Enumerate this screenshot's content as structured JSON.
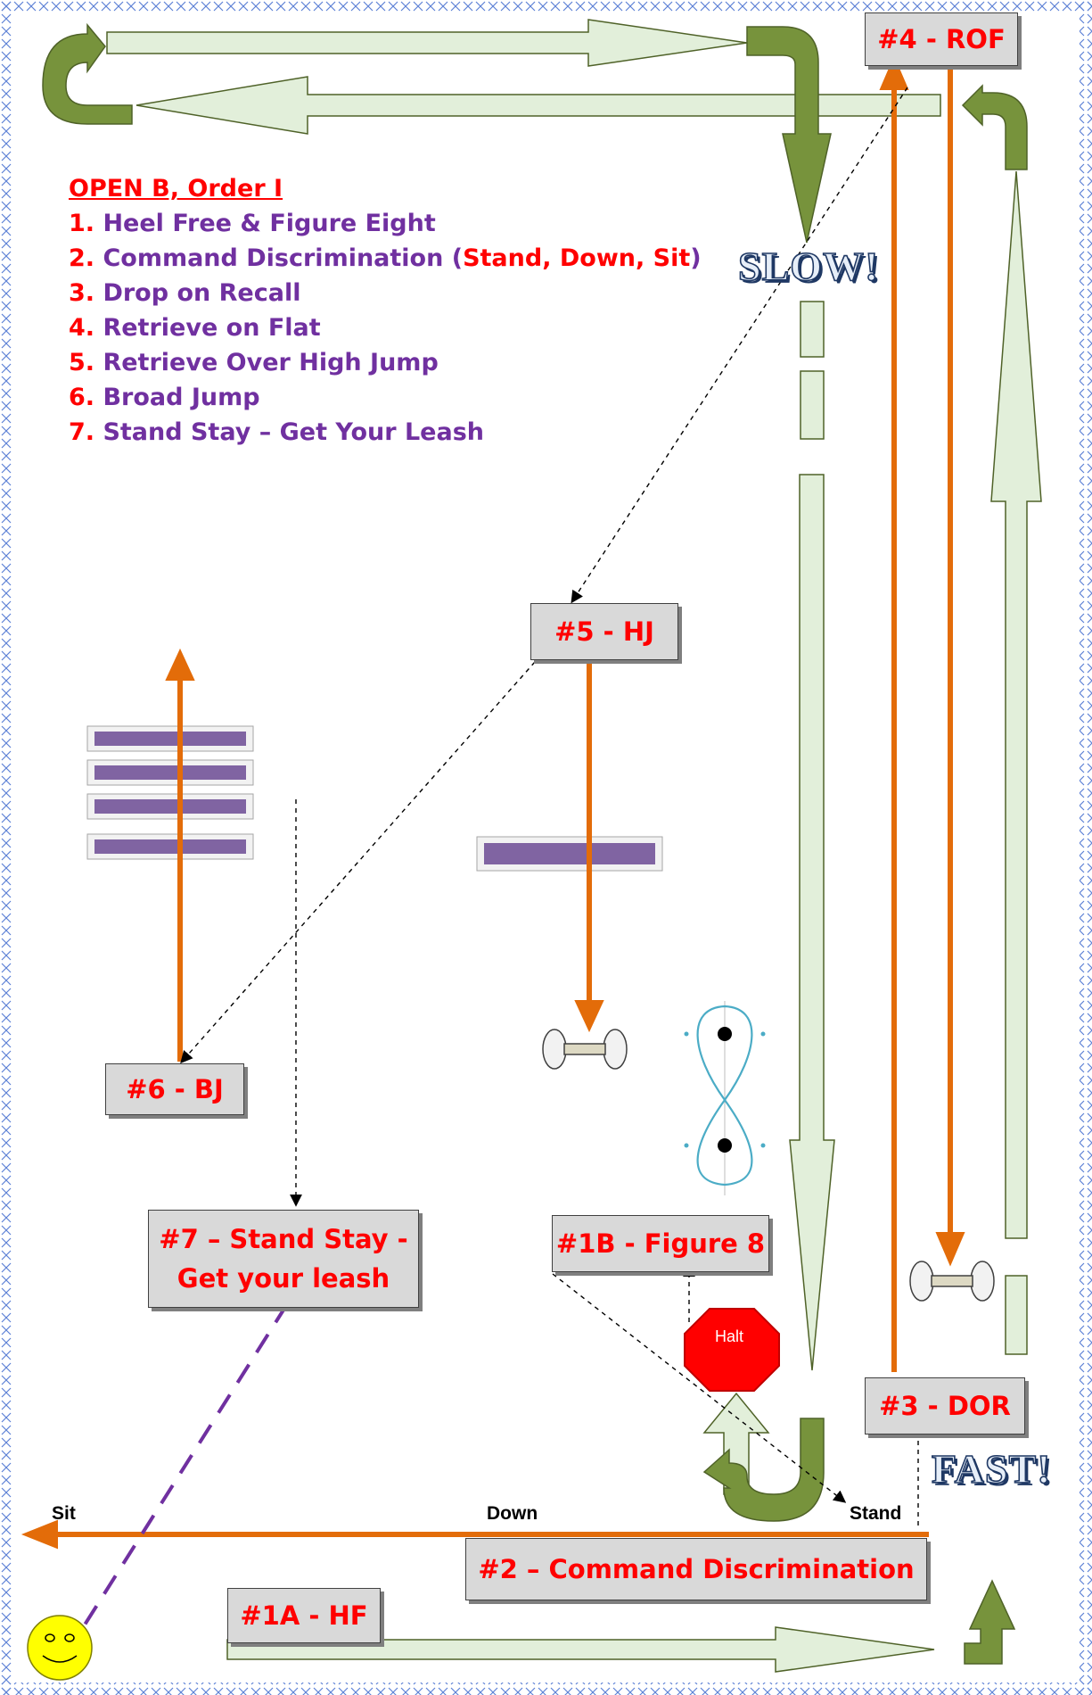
{
  "legend": {
    "title": "OPEN B, Order I",
    "items": [
      {
        "num": "1.",
        "text": "Heel Free & Figure Eight"
      },
      {
        "num": "2.",
        "text": "Command Discrimination (",
        "highlight": "Stand, Down, Sit",
        "suffix": ")"
      },
      {
        "num": "3.",
        "text": "Drop on Recall"
      },
      {
        "num": "4.",
        "text": "Retrieve on Flat"
      },
      {
        "num": "5.",
        "text": "Retrieve Over High Jump"
      },
      {
        "num": "6.",
        "text": "Broad Jump"
      },
      {
        "num": "7.",
        "text": "Stand Stay – Get Your Leash"
      }
    ]
  },
  "stations": {
    "rof": "#4 - ROF",
    "hj": "#5 - HJ",
    "bj": "#6 - BJ",
    "stand_stay_line1": "#7 – Stand Stay -",
    "stand_stay_line2": "Get your leash",
    "figure8": "#1B - Figure 8",
    "dor": "#3 - DOR",
    "command_disc": "#2 – Command Discrimination",
    "hf": "#1A - HF"
  },
  "labels": {
    "slow": "SLOW!",
    "fast": "FAST!",
    "halt": "Halt",
    "sit": "Sit",
    "down": "Down",
    "stand": "Stand"
  },
  "colors": {
    "path_fill": "#e2efda",
    "path_stroke": "#4f6228",
    "turn_fill": "#77933c",
    "orange": "#e36c09",
    "jump_purple": "#8064a2",
    "title_red": "#ff0000",
    "legend_purple": "#7030a0",
    "box_bg": "#d9d9d9",
    "figure8_teal": "#4bacc6",
    "halt_red": "#ff0000",
    "smiley_yellow": "#ffff00",
    "leash_purple": "#7030a0"
  },
  "icons": [
    "dumbbell-icon",
    "halt-sign-icon",
    "smiley-icon",
    "figure-eight-icon"
  ]
}
